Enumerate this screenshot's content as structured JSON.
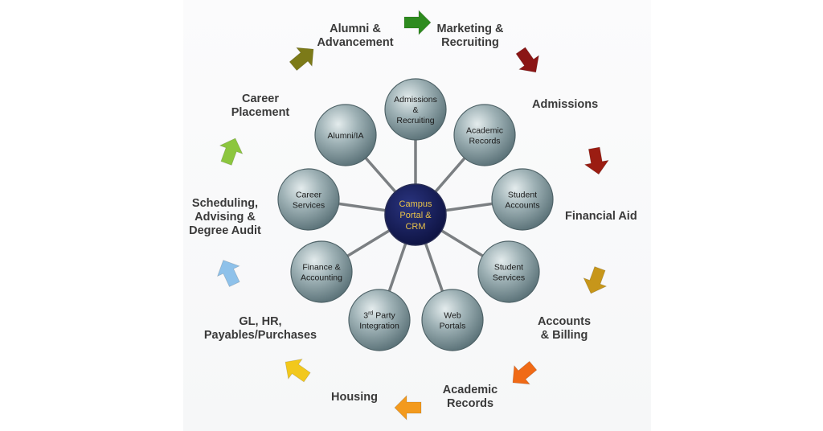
{
  "hub": {
    "lines": [
      "Campus",
      "Portal &",
      "CRM"
    ]
  },
  "nodes": [
    {
      "lines": [
        "Admissions",
        "&",
        "Recruiting"
      ]
    },
    {
      "lines": [
        "Academic",
        "Records"
      ]
    },
    {
      "lines": [
        "Student",
        "Accounts"
      ]
    },
    {
      "lines": [
        "Student",
        "Services"
      ]
    },
    {
      "lines": [
        "Web",
        "Portals"
      ]
    },
    {
      "lines": [
        "3rd Party",
        "Integration"
      ],
      "sup": "rd"
    },
    {
      "lines": [
        "Finance &",
        "Accounting"
      ]
    },
    {
      "lines": [
        "Career",
        "Services"
      ]
    },
    {
      "lines": [
        "Alumni/IA"
      ]
    }
  ],
  "outer_labels": [
    {
      "id": "marketing",
      "lines": [
        "Marketing &",
        "Recruiting"
      ]
    },
    {
      "id": "admissions",
      "lines": [
        "Admissions"
      ]
    },
    {
      "id": "financial-aid",
      "lines": [
        "Financial Aid"
      ]
    },
    {
      "id": "accounts-billing",
      "lines": [
        "Accounts",
        "& Billing"
      ]
    },
    {
      "id": "academic-records",
      "lines": [
        "Academic",
        "Records"
      ]
    },
    {
      "id": "housing",
      "lines": [
        "Housing"
      ]
    },
    {
      "id": "gl-hr",
      "lines": [
        "GL, HR,",
        "Payables/Purchases"
      ]
    },
    {
      "id": "scheduling",
      "lines": [
        "Scheduling,",
        "Advising &",
        "Degree Audit"
      ]
    },
    {
      "id": "career-placement",
      "lines": [
        "Career",
        "Placement"
      ]
    },
    {
      "id": "alumni-advancement",
      "lines": [
        "Alumni &",
        "Advancement"
      ]
    }
  ],
  "arrows": [
    {
      "color": "#2e8b1f",
      "icon": "arrow-right-icon"
    },
    {
      "color": "#8b1515",
      "icon": "arrow-icon"
    },
    {
      "color": "#9b1d12",
      "icon": "arrow-icon"
    },
    {
      "color": "#c7961a",
      "icon": "arrow-icon"
    },
    {
      "color": "#f06a16",
      "icon": "arrow-icon"
    },
    {
      "color": "#f39a1e",
      "icon": "arrow-icon"
    },
    {
      "color": "#f2c81c",
      "icon": "arrow-icon"
    },
    {
      "color": "#8ec1ea",
      "icon": "arrow-icon"
    },
    {
      "color": "#8cc63e",
      "icon": "arrow-icon"
    },
    {
      "color": "#7c7a18",
      "icon": "arrow-icon"
    }
  ],
  "colors": {
    "hub_fill": "#141a55",
    "hub_text": "#e8c24a",
    "node_fill": "#8a9fa4",
    "spoke": "#7b7f82"
  }
}
